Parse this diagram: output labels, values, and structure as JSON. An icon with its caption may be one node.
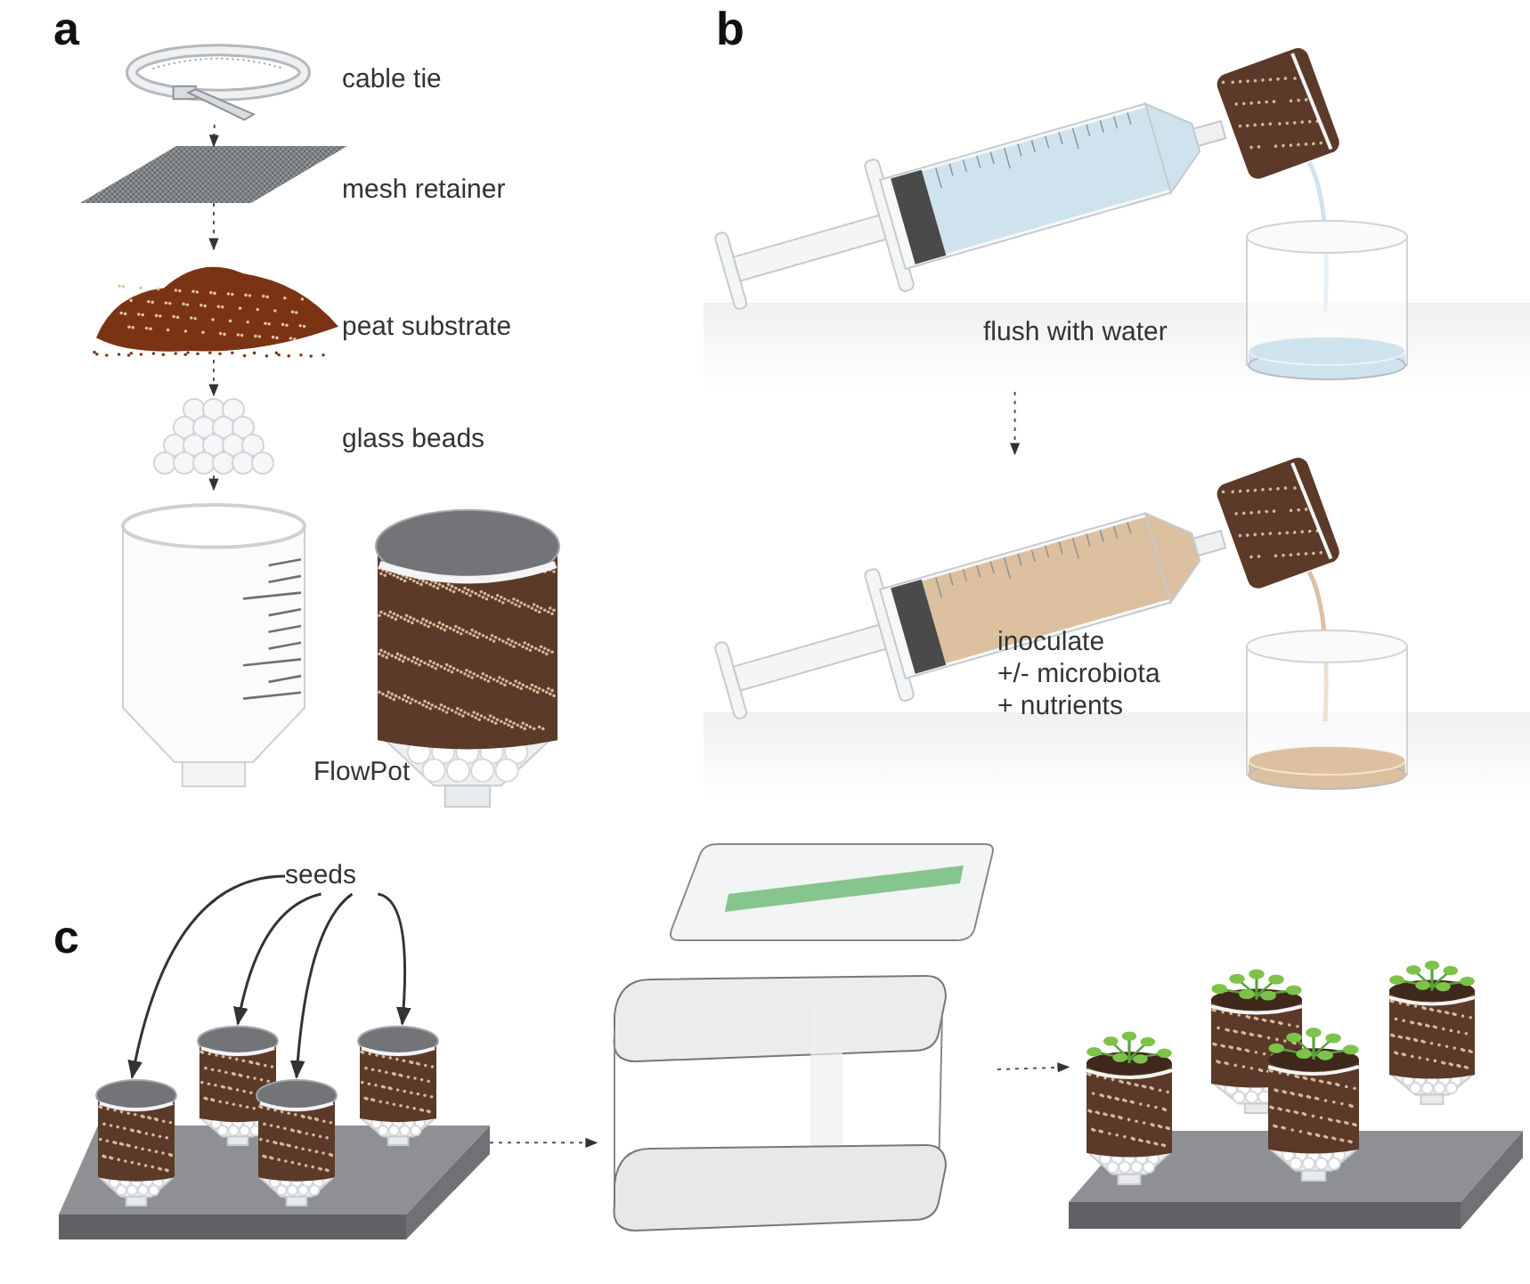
{
  "diagram": {
    "nodes": [
      {
        "text": [],
        "shape": "picture",
        "beside": [
          "cable tie"
        ]
      },
      {
        "text": [],
        "shape": "picture",
        "beside": [
          "mesh retainer"
        ]
      },
      {
        "text": [],
        "shape": "picture",
        "beside": [
          "peat substrate"
        ]
      },
      {
        "text": [],
        "shape": "picture",
        "beside": [
          "glass beads"
        ]
      },
      {
        "text": [],
        "shape": "picture"
      },
      {
        "text": [],
        "shape": "picture",
        "beside": [
          "FlowPot"
        ]
      },
      {
        "text": [
          "flush with water"
        ]
      },
      {
        "text": [
          "inoculate +/- microbiota + nutrients"
        ]
      },
      {
        "text": [
          "seeds"
        ]
      },
      {
        "text": [],
        "shape": "picture"
      },
      {
        "text": [],
        "shape": "picture"
      },
      {
        "text": [],
        "shape": "picture"
      },
      {
        "text": [],
        "shape": "picture"
      },
      {
        "text": [],
        "shape": "picture"
      },
      {
        "text": [],
        "shape": "picture"
      },
      {
        "text": [],
        "shape": "picture"
      }
    ],
    "edges": [
      {
        "from": 0,
        "to": 1,
        "arrow": "to",
        "style": "dashed"
      },
      {
        "from": 1,
        "to": 2,
        "arrow": "to",
        "style": "dashed"
      },
      {
        "from": 2,
        "to": 3,
        "arrow": "to",
        "style": "dashed"
      },
      {
        "from": 3,
        "to": 4,
        "arrow": "to",
        "style": "dashed"
      },
      {
        "from": 6,
        "to": 7,
        "arrow": "to",
        "style": "dashed"
      },
      {
        "from": 8,
        "to": 10,
        "arrow": "to"
      },
      {
        "from": 8,
        "to": 11,
        "arrow": "to"
      },
      {
        "from": 8,
        "to": 12,
        "arrow": "to"
      },
      {
        "from": 8,
        "to": 13,
        "arrow": "to"
      },
      {
        "from": 9,
        "to": 14,
        "arrow": "to",
        "style": "dashed"
      },
      {
        "from": 14,
        "to": 15,
        "arrow": "to",
        "style": "dashed"
      }
    ],
    "labels": [
      "a",
      "b",
      "c"
    ]
  }
}
